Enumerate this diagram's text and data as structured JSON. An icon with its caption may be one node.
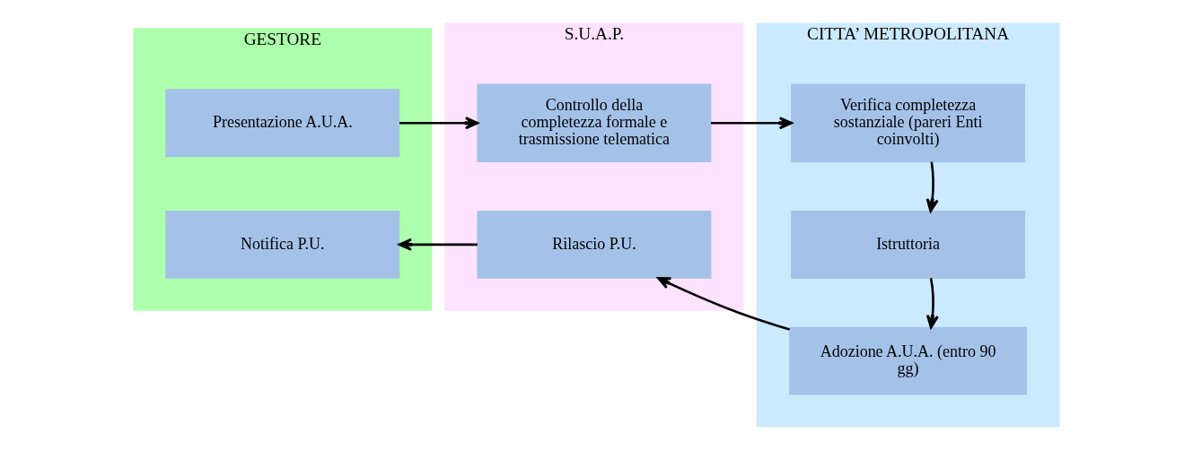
{
  "diagram": {
    "nodes": [
      {
        "text": [
          "GESTORE"
        ]
      },
      {
        "text": [
          "S.U.A.P."
        ]
      },
      {
        "text": [
          "CITTA’ METROPOLITANA"
        ]
      },
      {
        "text": [
          "Presentazione A.U.A."
        ],
        "in": 0
      },
      {
        "text": [
          "Controllo della completezza formale e trasmissione telematica"
        ],
        "in": 1
      },
      {
        "text": [
          "Verifica completezza sostanziale (pareri Enti coinvolti)"
        ],
        "in": 2
      },
      {
        "text": [
          "Istruttoria"
        ],
        "in": 2
      },
      {
        "text": [
          "Notifica P.U."
        ],
        "in": 0
      },
      {
        "text": [
          "Rilascio P.U."
        ],
        "in": 1
      },
      {
        "text": [
          "Adozione A.U.A. (entro 90 gg)"
        ],
        "in": 2
      }
    ],
    "edges": [
      {
        "from": 3,
        "to": 4,
        "arrow": "to"
      },
      {
        "from": 4,
        "to": 5,
        "arrow": "to"
      },
      {
        "from": 5,
        "to": 6,
        "arrow": "to"
      },
      {
        "from": 6,
        "to": 9,
        "arrow": "to"
      },
      {
        "from": 9,
        "to": 8,
        "arrow": "to"
      },
      {
        "from": 8,
        "to": 7,
        "arrow": "to"
      }
    ]
  }
}
